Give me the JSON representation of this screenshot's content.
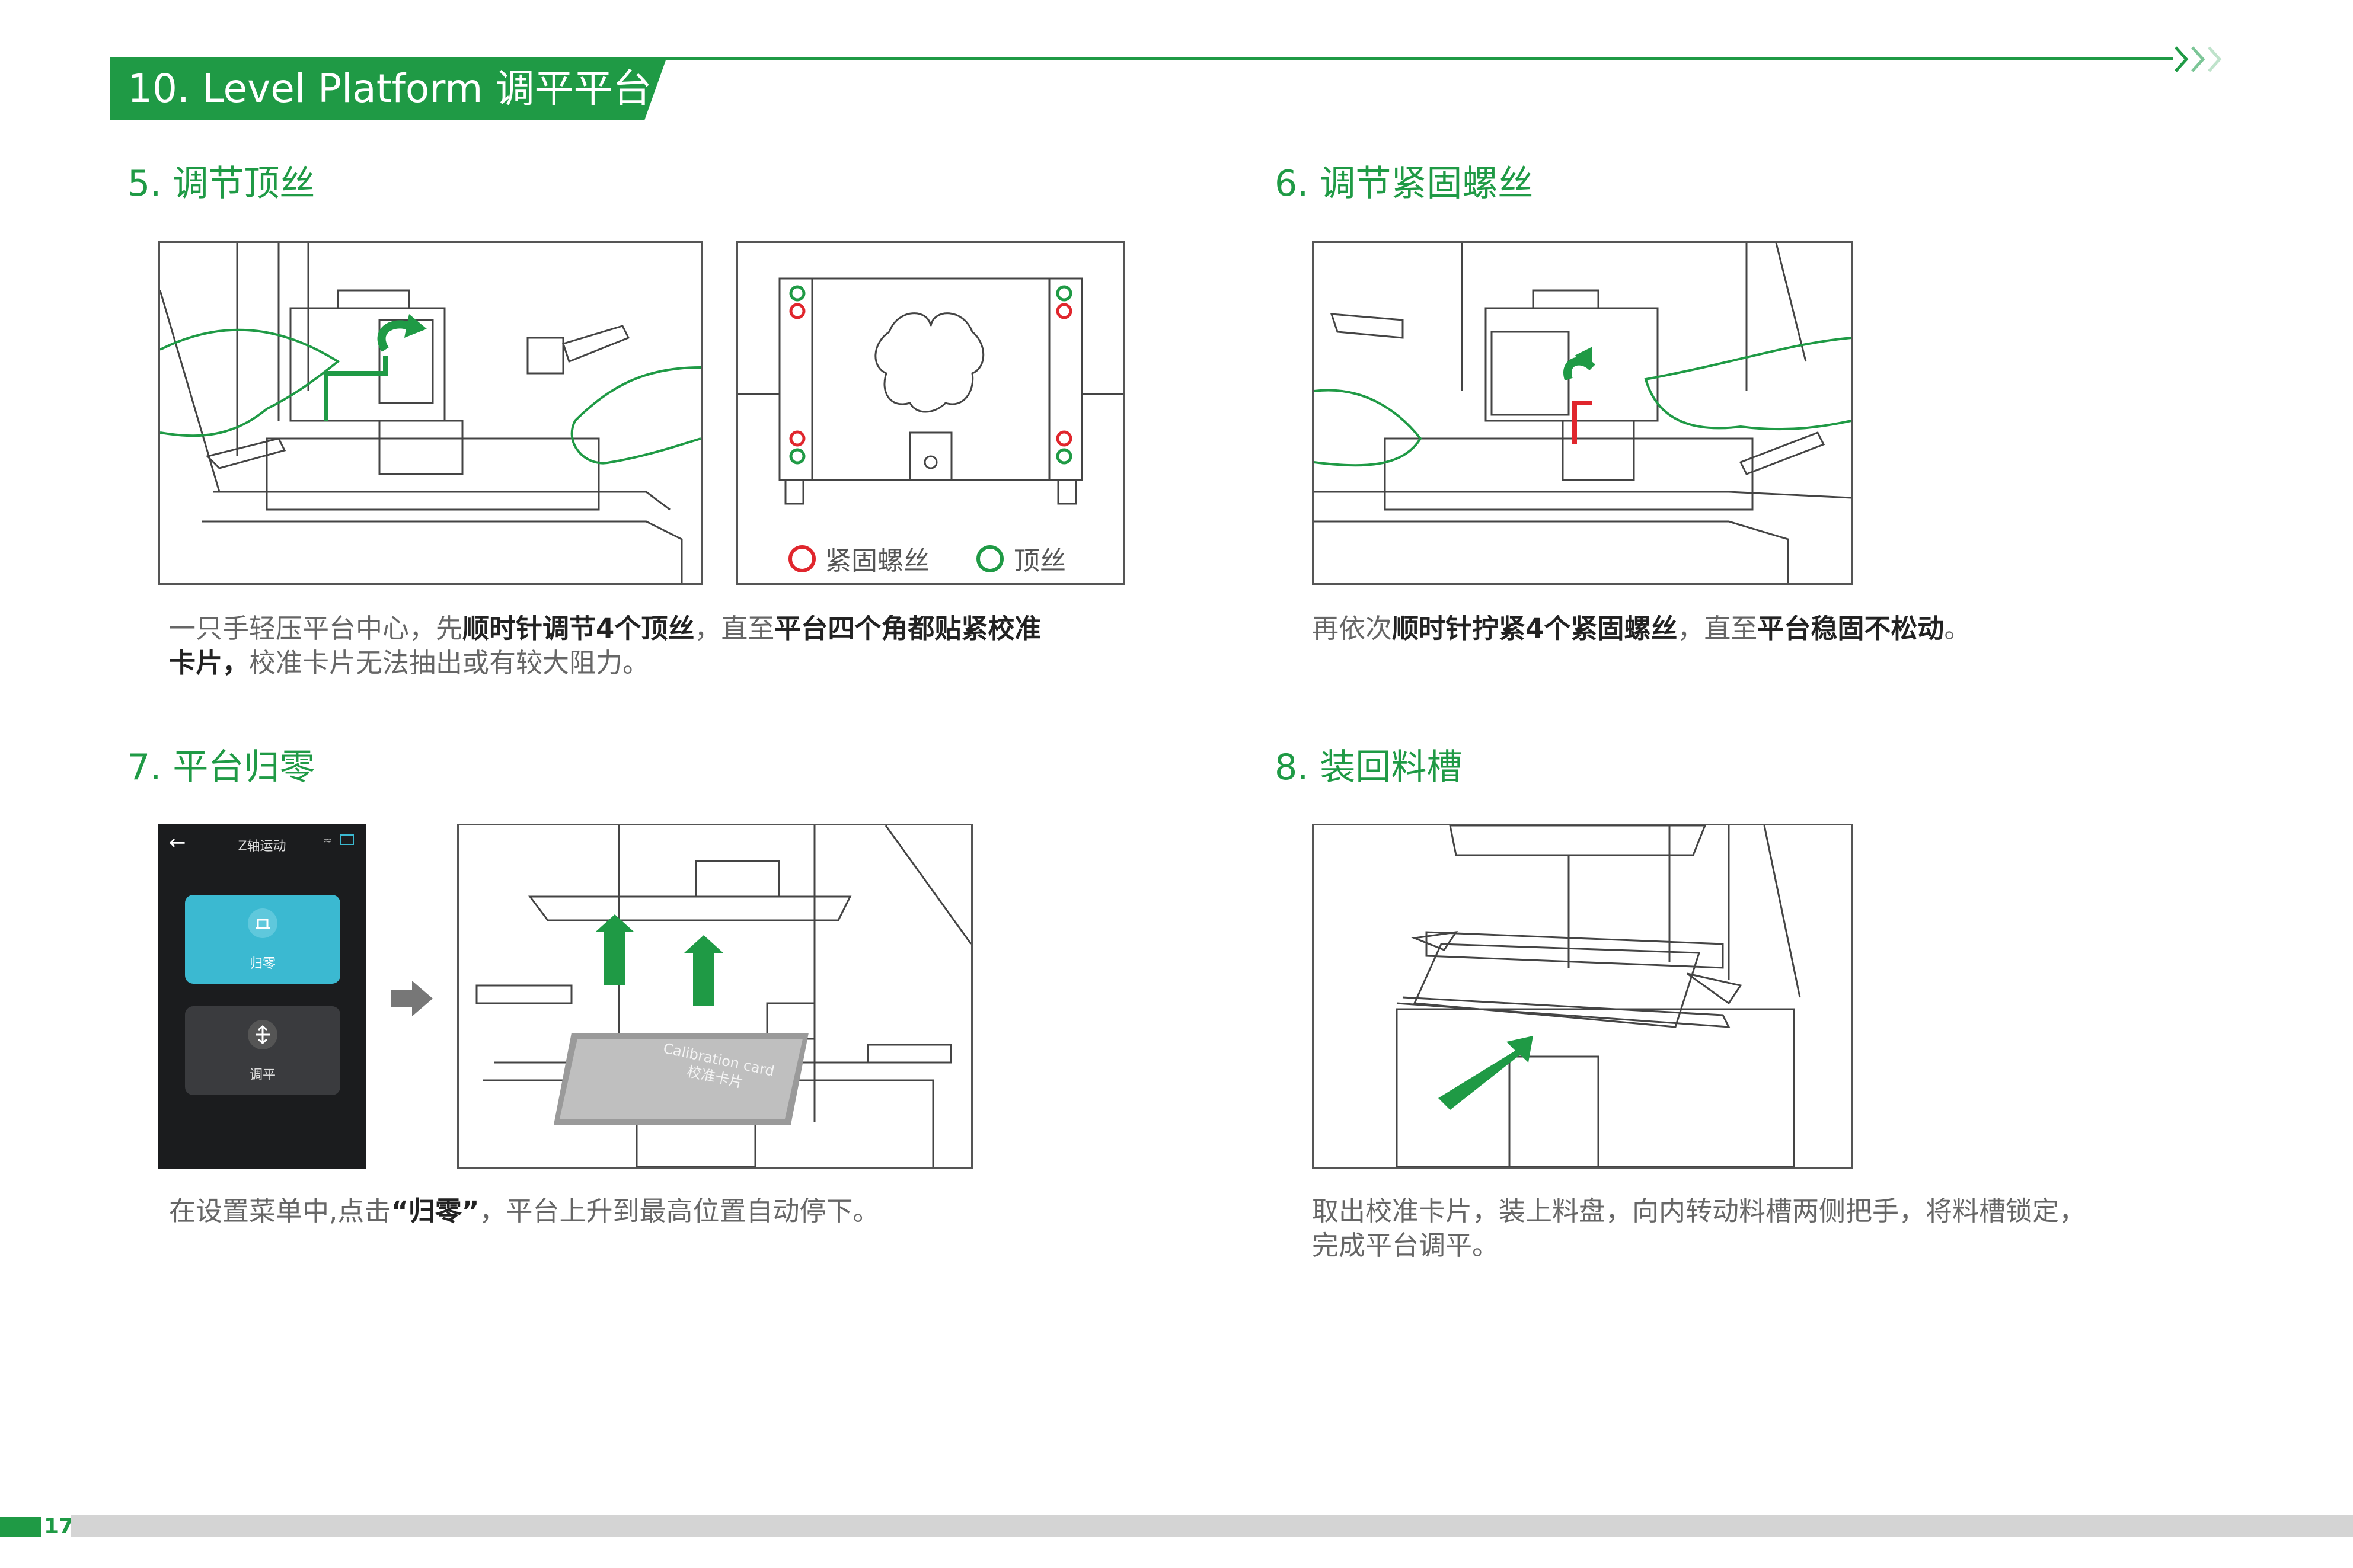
{
  "header": {
    "title": "10. Level Platform 调平平台"
  },
  "step5": {
    "title": "5. 调节顶丝",
    "cap": {
      "p1": "一只手轻压平台中心，先",
      "b1": "顺时针调节4个顶丝",
      "p2": "，直至",
      "b2": "平台四个角都贴紧校准卡片，",
      "p3": "校准卡片无法抽出或有较大阻力。"
    },
    "legend": {
      "red": "紧固螺丝",
      "green": "顶丝"
    }
  },
  "step6": {
    "title": "6. 调节紧固螺丝",
    "cap": {
      "p1": "再依次",
      "b1": "顺时针拧紧4个紧固螺丝",
      "p2": "，直至",
      "b2": "平台稳固不松动",
      "p3": "。"
    }
  },
  "step7": {
    "title": "7. 平台归零",
    "phone": {
      "title": "Z轴运动",
      "btn1": "归零",
      "btn2": "调平"
    },
    "card_text": {
      "line1": "Calibration card",
      "line2": "校准卡片"
    },
    "cap": {
      "p1": "在设置菜单中,点击",
      "b1": "“归零”",
      "p2": "，平台上升到最高位置自动停下。"
    }
  },
  "step8": {
    "title": "8. 装回料槽",
    "cap": {
      "line1": "取出校准卡片，装上料盘，向内转动料槽两侧把手，将料槽锁定，",
      "line2": "完成平台调平。"
    }
  },
  "footer": {
    "page": "17"
  },
  "colors": {
    "brand": "#1f9a45",
    "red": "#e0262d",
    "phone_accent": "#3bb9d1"
  }
}
